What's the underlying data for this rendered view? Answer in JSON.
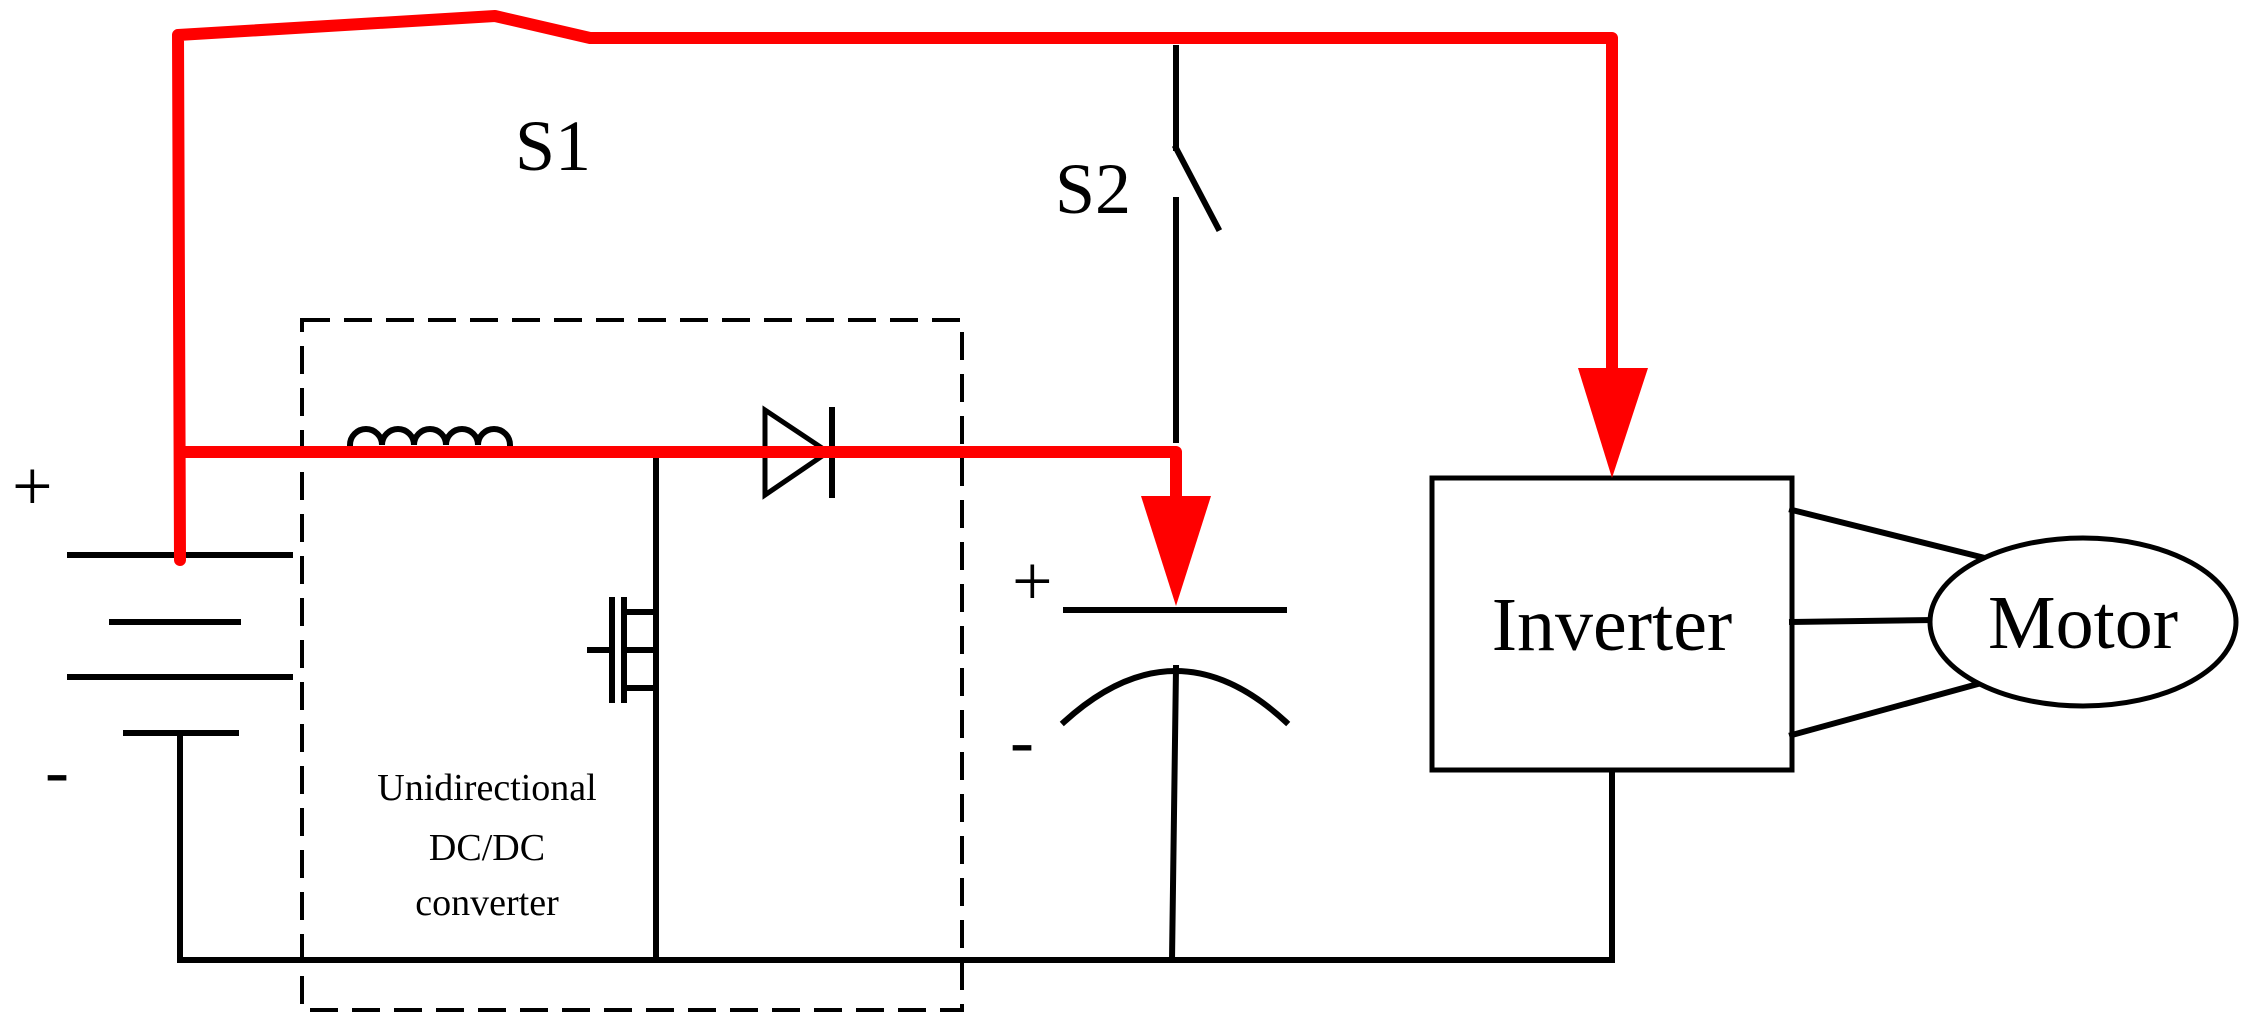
{
  "colors": {
    "current_path": "#ff0000",
    "wire": "#000000"
  },
  "labels": {
    "s1": "S1",
    "s2": "S2",
    "battery_plus": "+",
    "battery_minus": "-",
    "capacitor_plus": "+",
    "capacitor_minus": "-",
    "converter_line1": "Unidirectional",
    "converter_line2": "DC/DC",
    "converter_line3": "converter",
    "inverter": "Inverter",
    "motor": "Motor"
  }
}
